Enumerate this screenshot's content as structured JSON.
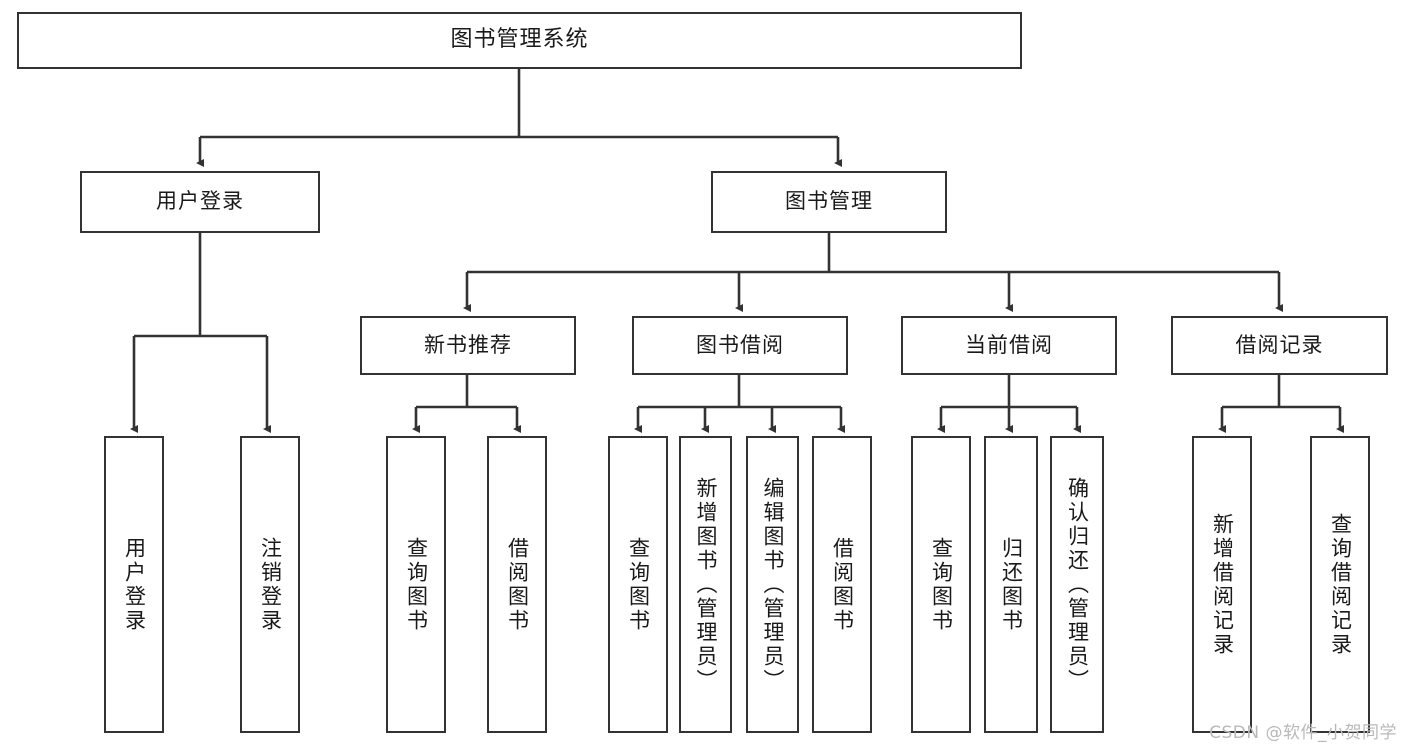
{
  "diagram": {
    "title": "图书管理系统",
    "type": "tree-hierarchy",
    "root": {
      "label": "图书管理系统"
    },
    "level2": [
      {
        "label": "用户登录"
      },
      {
        "label": "图书管理"
      }
    ],
    "level3": [
      {
        "label": "新书推荐"
      },
      {
        "label": "图书借阅"
      },
      {
        "label": "当前借阅"
      },
      {
        "label": "借阅记录"
      }
    ],
    "leaves": {
      "user_login": [
        {
          "label": "用户登录"
        },
        {
          "label": "注销登录"
        }
      ],
      "new_book_recommend": [
        {
          "label": "查询图书"
        },
        {
          "label": "借阅图书"
        }
      ],
      "book_borrow": [
        {
          "label": "查询图书"
        },
        {
          "label": "新增图书（管理员）"
        },
        {
          "label": "编辑图书（管理员）"
        },
        {
          "label": "借阅图书"
        }
      ],
      "current_borrow": [
        {
          "label": "查询图书"
        },
        {
          "label": "归还图书"
        },
        {
          "label": "确认归还（管理员）"
        }
      ],
      "borrow_record": [
        {
          "label": "新增借阅记录"
        },
        {
          "label": "查询借阅记录"
        }
      ]
    },
    "watermark": "CSDN @软件_小贺同学",
    "colors": {
      "stroke": "#333333",
      "fill": "#ffffff",
      "text": "#1a1a1a",
      "watermark": "#b9b9b9"
    }
  }
}
